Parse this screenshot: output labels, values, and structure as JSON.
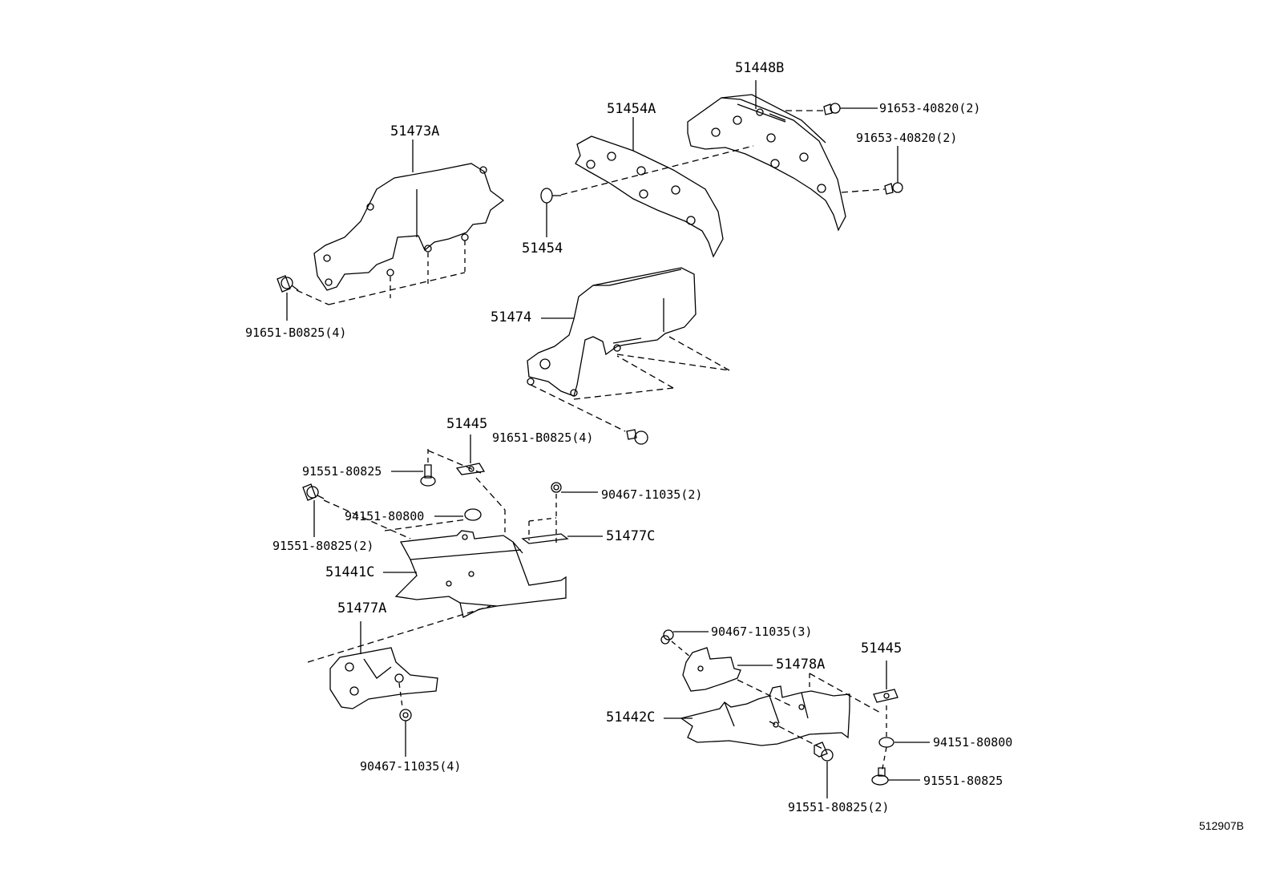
{
  "labels": {
    "p51448B": "51448B",
    "p91653_a": "91653-40820(2)",
    "p91653_b": "91653-40820(2)",
    "p51454A": "51454A",
    "p51473A": "51473A",
    "p51454": "51454",
    "p91651_a": "91651-B0825(4)",
    "p51474": "51474",
    "p51445_a": "51445",
    "p91651_b": "91651-B0825(4)",
    "p91551_a": "91551-80825",
    "p90467_a": "90467-11035(2)",
    "p94151_a": "94151-80800",
    "p91551_b": "91551-80825(2)",
    "p51477C": "51477C",
    "p51441C": "51441C",
    "p51477A": "51477A",
    "p90467_b": "90467-11035(3)",
    "p51445_b": "51445",
    "p51478A": "51478A",
    "p51442C": "51442C",
    "p94151_b": "94151-80800",
    "p91551_c": "91551-80825",
    "p90467_c": "90467-11035(4)",
    "p91551_d": "91551-80825(2)"
  },
  "reference": "512907B"
}
